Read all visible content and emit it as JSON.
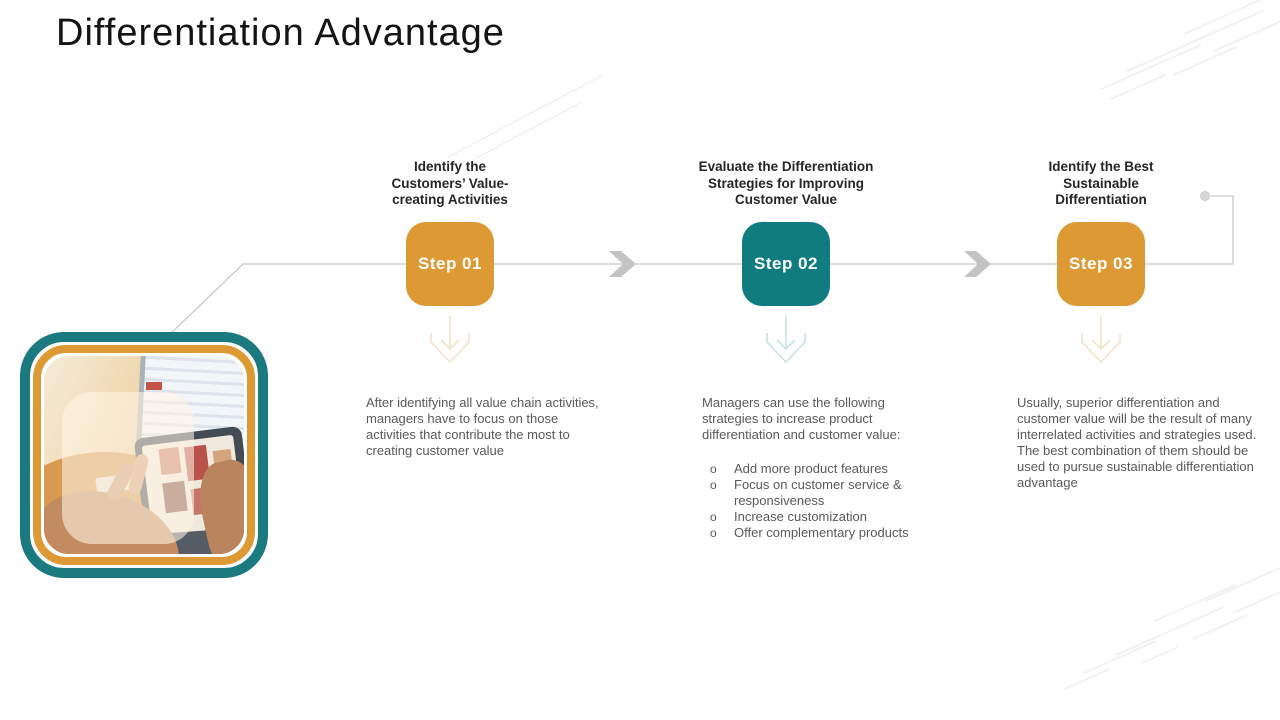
{
  "slide": {
    "title": "Differentiation Advantage"
  },
  "ui": {
    "bullet_marker": "o"
  },
  "colors": {
    "accent_orange": "#DD9933",
    "accent_teal": "#117C80",
    "heading_text": "#262626",
    "body_text": "#595959",
    "connector_gray": "#C9C9C9",
    "chevron_gray": "#C3C3C3"
  },
  "steps": [
    {
      "label": "Step 01",
      "heading": "Identify the\nCustomers’ Value-\ncreating Activities",
      "description": "After identifying all value chain activities, managers have to focus on those activities that contribute the most to creating customer value",
      "bullets": []
    },
    {
      "label": "Step 02",
      "heading": "Evaluate the Differentiation\nStrategies for Improving\nCustomer Value",
      "description": "Managers can use the following strategies to increase product differentiation and customer value:",
      "bullets": [
        "Add more product features",
        "Focus on customer service & responsiveness",
        "Increase customization",
        "Offer complementary products"
      ]
    },
    {
      "label": "Step 03",
      "heading": "Identify the Best\nSustainable\nDifferentiation",
      "description": "Usually, superior differentiation and customer value will be the result of many interrelated activities and strategies used. The best combination of them should be used to pursue sustainable differentiation advantage",
      "bullets": []
    }
  ],
  "image": {
    "description": "photo of hands using a tablet in front of a laptop"
  }
}
